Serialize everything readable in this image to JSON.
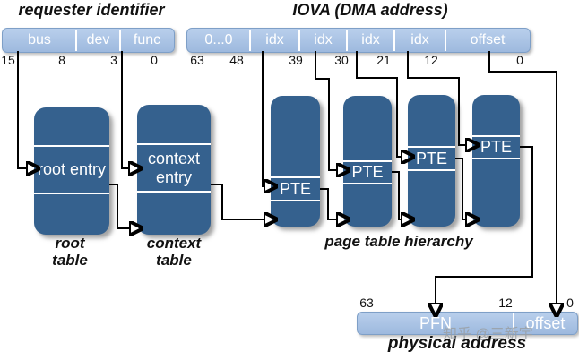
{
  "titles": {
    "requester": "requester identifier",
    "iova": "IOVA (DMA address)"
  },
  "requester_bar": {
    "fields": [
      "bus",
      "dev",
      "func"
    ],
    "bits": [
      "15",
      "8",
      "3",
      "0"
    ]
  },
  "iova_bar": {
    "fields": [
      "0...0",
      "idx",
      "idx",
      "idx",
      "idx",
      "offset"
    ],
    "bits": [
      "63",
      "48",
      "39",
      "30",
      "21",
      "12",
      "0"
    ]
  },
  "tables": {
    "root": {
      "entry": "root entry",
      "caption": "root table"
    },
    "context": {
      "entry": "context entry",
      "caption": "context table"
    },
    "pte": [
      "PTE",
      "PTE",
      "PTE",
      "PTE"
    ],
    "hierarchy_caption": "page table hierarchy"
  },
  "physical": {
    "fields": [
      "PFN",
      "offset"
    ],
    "bits": [
      "63",
      "12",
      "0"
    ],
    "caption": "physical address"
  },
  "watermark": "知乎 @三新宇",
  "colors": {
    "bar_fill": "#a6c1e2",
    "bar_border": "#7e9fc7",
    "table_fill": "#35618e",
    "arrow": "#000000"
  }
}
